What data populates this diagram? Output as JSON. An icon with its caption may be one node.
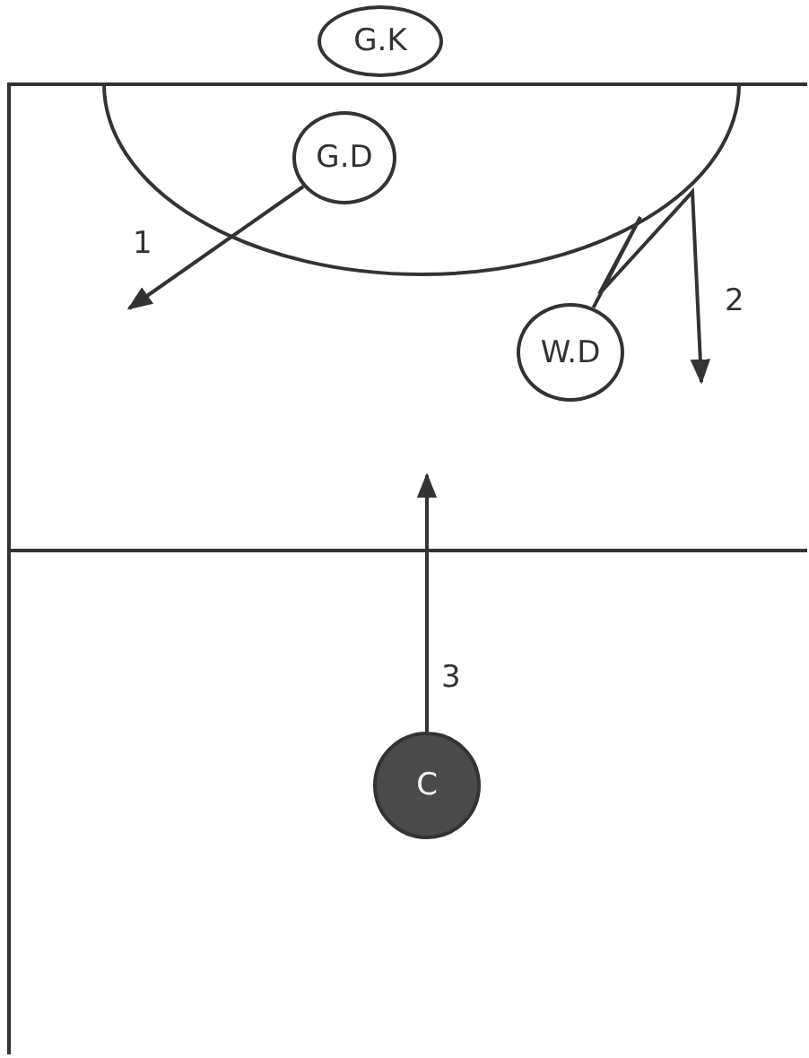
{
  "diagram": {
    "nodes": [
      {
        "text": [
          "G.K"
        ]
      },
      {
        "text": [
          "G.D"
        ]
      },
      {
        "text": [
          "W.D"
        ]
      },
      {
        "text": [
          "C"
        ]
      }
    ],
    "edges": [
      {
        "from": 1,
        "to": null,
        "arrow": "to",
        "label": "1"
      },
      {
        "from": 2,
        "to": null,
        "arrow": "to",
        "label": "2"
      },
      {
        "from": 3,
        "to": null,
        "arrow": "to",
        "label": "3"
      }
    ]
  }
}
